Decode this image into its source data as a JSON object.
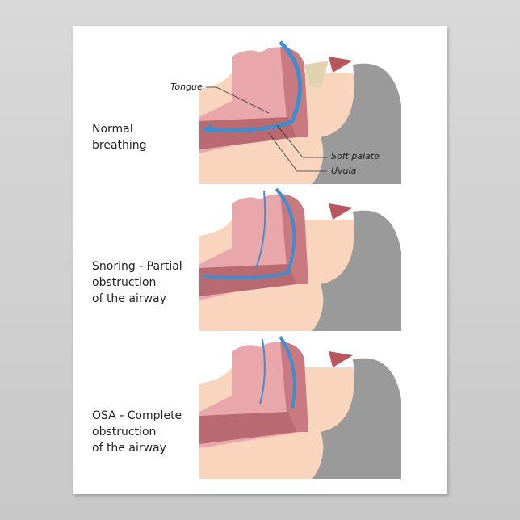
{
  "panels": [
    {
      "caption": "Normal\nbreathing",
      "labels": {
        "tongue": "Tongue",
        "soft_palate": "Soft palate",
        "uvula": "Uvula"
      }
    },
    {
      "caption": "Snoring - Partial\nobstruction\nof the airway"
    },
    {
      "caption": "OSA - Complete\nobstruction\nof the airway"
    }
  ],
  "colors": {
    "skin": "#f8d5bc",
    "hair": "#9a9a9a",
    "tissue": "#c97a80",
    "airflow": "#3b8fd0"
  }
}
